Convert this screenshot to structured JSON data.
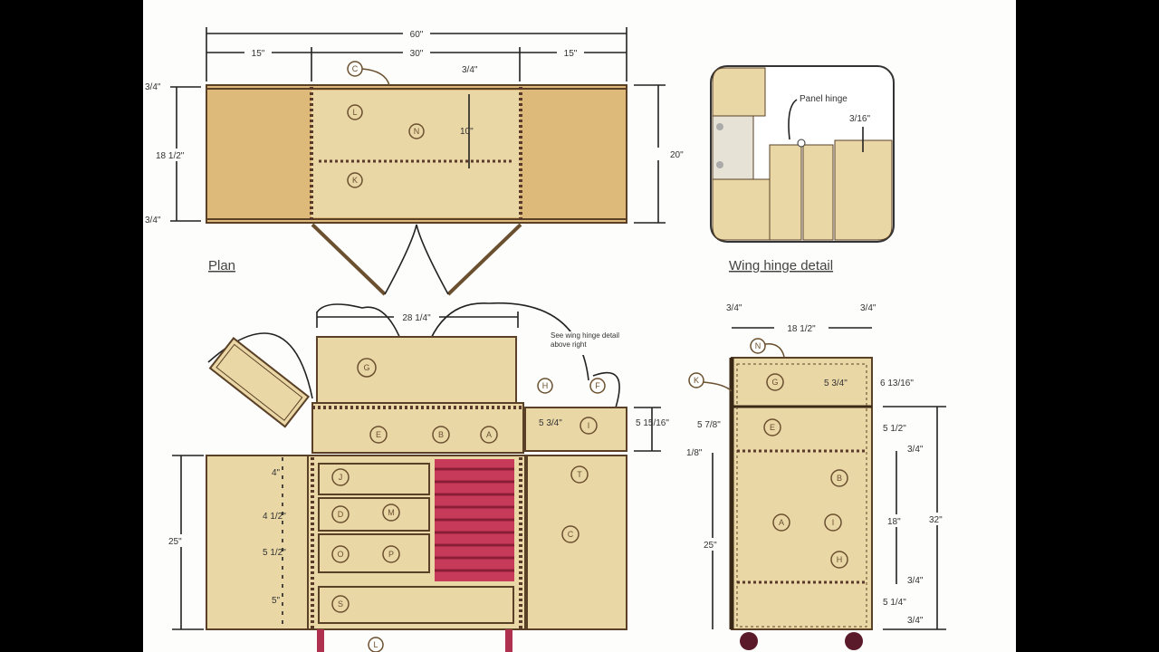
{
  "colors": {
    "panel": "#ead7a6",
    "wing": "#ddb97a",
    "outline": "#5a4026",
    "ribbon": "#c83a5a",
    "background": "#fdfdfb",
    "frame": "#000000"
  },
  "plan": {
    "caption": "Plan",
    "dims": {
      "overall": "60\"",
      "left": "15\"",
      "center": "30\"",
      "right": "15\"",
      "top_thick": "3/4\"",
      "depth": "18 1/2\"",
      "bottom_thick": "3/4\"",
      "full_depth": "20\"",
      "shelf": "10\"",
      "shelf_thick": "3/4\""
    }
  },
  "hinge_detail": {
    "caption": "Wing hinge detail",
    "label": "Panel hinge",
    "gap": "3/16\""
  },
  "front": {
    "width": "28 1/4\"",
    "note": "See wing hinge detail above right",
    "wing_box_h": "5 15/16\"",
    "wing_box_inner": "5 3/4\"",
    "drawer_dims": [
      "4\"",
      "4 1/2\"",
      "5 1/2\"",
      "5\""
    ],
    "height": "25\""
  },
  "side": {
    "width": "18 1/2\"",
    "left_thick": "3/4\"",
    "right_thick": "3/4\"",
    "top_box": "6 13/16\"",
    "top_inner": "5 3/4\"",
    "drawer_h": "5 7/8\"",
    "gap": "1/8\"",
    "upper": "5 1/2\"",
    "mid_thick": "3/4\"",
    "cabinet": "18\"",
    "total": "32\"",
    "base": "25\"",
    "low_thick": "3/4\"",
    "bottom": "5 1/4\"",
    "bottom_thick": "3/4\""
  },
  "part_tags": [
    "C",
    "L",
    "N",
    "K",
    "G",
    "E",
    "B",
    "A",
    "I",
    "H",
    "F",
    "J",
    "D",
    "M",
    "O",
    "P",
    "S",
    "T"
  ]
}
